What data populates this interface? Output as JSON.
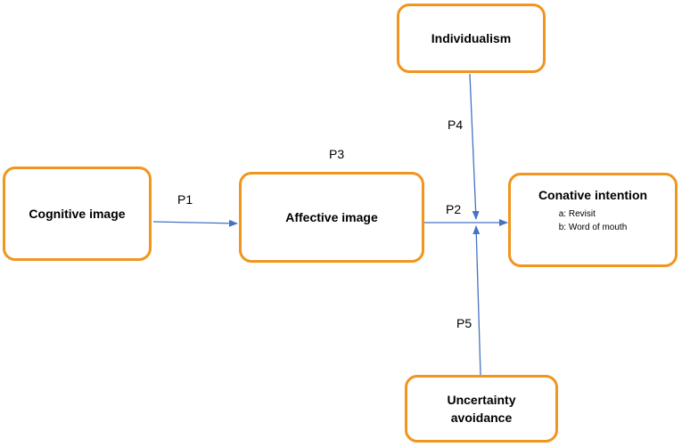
{
  "nodes": {
    "cognitive": {
      "title": "Cognitive image"
    },
    "affective": {
      "title": "Affective image"
    },
    "conative": {
      "title": "Conative intention",
      "items": [
        "a: Revisit",
        "b: Word of mouth"
      ]
    },
    "individualism": {
      "title": "Individualism"
    },
    "uncertainty": {
      "title_line1": "Uncertainty",
      "title_line2": "avoidance"
    }
  },
  "paths": {
    "p1": "P1",
    "p2": "P2",
    "p3": "P3",
    "p4": "P4",
    "p5": "P5"
  },
  "colors": {
    "box_border": "#f0951e",
    "arrow": "#4472c4"
  }
}
